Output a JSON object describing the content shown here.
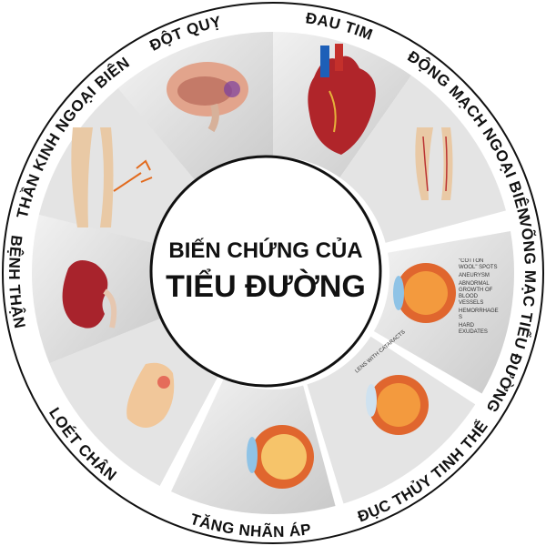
{
  "title": {
    "line1": "BIẾN CHỨNG CỦA",
    "line2": "TIỂU ĐƯỜNG"
  },
  "complications": [
    {
      "label": "ĐAU TIM",
      "icon": "heart-icon"
    },
    {
      "label": "ĐỘNG MẠCH NGOẠI BIÊN",
      "icon": "legs-arteries-icon"
    },
    {
      "label": "VÕNG MẠC TIỂU ĐƯỜNG",
      "icon": "retina-eye-icon"
    },
    {
      "label": "ĐỤC THỦY TINH THỂ",
      "icon": "cataract-eye-icon"
    },
    {
      "label": "TĂNG NHÃN ÁP",
      "icon": "glaucoma-eye-icon"
    },
    {
      "label": "LOÉT CHÂN",
      "icon": "foot-ulcer-icon"
    },
    {
      "label": "BỆNH THẬN",
      "icon": "kidney-icon"
    },
    {
      "label": "THẦN KINH NGOẠI BIÊN",
      "icon": "legs-nerves-icon"
    },
    {
      "label": "ĐỘT QUỴ",
      "icon": "brain-icon"
    }
  ],
  "eye_annotations": {
    "retina": [
      "\"COTTON WOOL\" SPOTS",
      "ANEURYSM",
      "ABNORMAL GROWTH OF BLOOD VESSELS",
      "HEMORRHAGES",
      "HARD EXUDATES"
    ],
    "cataract": [
      "LENS WITH CATARACTS"
    ]
  },
  "colors": {
    "ring": "#111111",
    "segment": "#d9d9d9",
    "text": "#111111"
  }
}
